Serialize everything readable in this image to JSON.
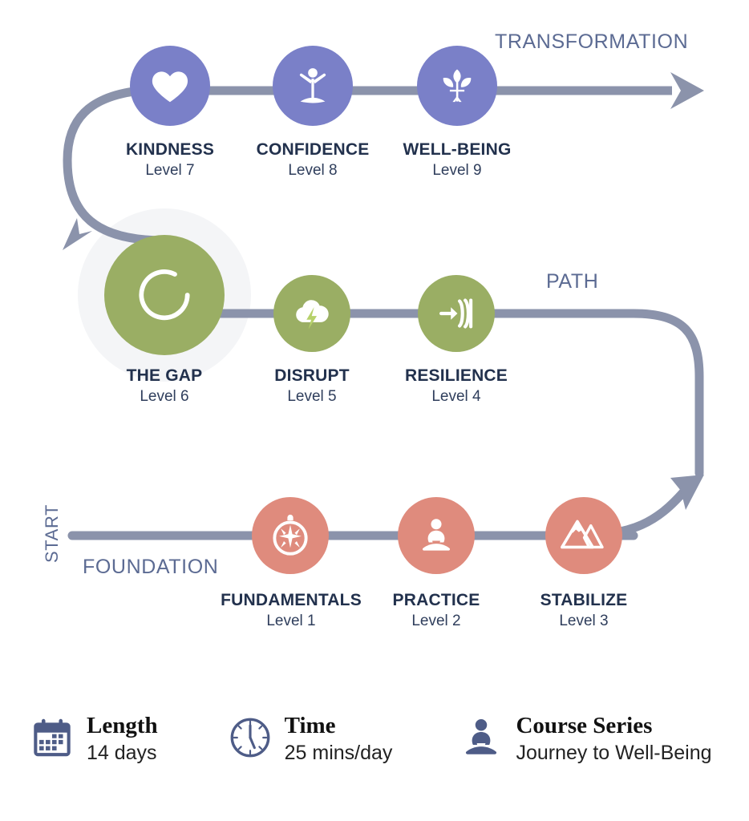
{
  "phases": [
    {
      "key": "transformation",
      "label": "TRANSFORMATION",
      "color": "#7a80c8"
    },
    {
      "key": "path",
      "label": "PATH",
      "color": "#9aae64"
    },
    {
      "key": "foundation",
      "label": "FOUNDATION",
      "color": "#df8b7d"
    },
    {
      "key": "start",
      "label": "START",
      "color": "#5c6b93"
    }
  ],
  "colors": {
    "purple": "#7a80c8",
    "green": "#9aae64",
    "green_accent": "#b6d16a",
    "salmon": "#df8b7d",
    "line": "#8b93ab",
    "title_text": "#22314d",
    "level_text": "#2f3e5c",
    "phase_text": "#5c6b93",
    "footer_icon": "#4e5c87",
    "background": "#ffffff"
  },
  "steps": [
    {
      "id": "fundamentals",
      "title": "FUNDAMENTALS",
      "level": "Level 1",
      "icon": "compass-icon",
      "color": "#df8b7d",
      "row": "foundation"
    },
    {
      "id": "practice",
      "title": "PRACTICE",
      "level": "Level 2",
      "icon": "meditation-icon",
      "color": "#df8b7d",
      "row": "foundation"
    },
    {
      "id": "stabilize",
      "title": "STABILIZE",
      "level": "Level 3",
      "icon": "mountains-icon",
      "color": "#df8b7d",
      "row": "foundation"
    },
    {
      "id": "resilience",
      "title": "RESILIENCE",
      "level": "Level 4",
      "icon": "arrow-shield-icon",
      "color": "#9aae64",
      "row": "path"
    },
    {
      "id": "disrupt",
      "title": "DISRUPT",
      "level": "Level 5",
      "icon": "storm-cloud-icon",
      "color": "#9aae64",
      "row": "path"
    },
    {
      "id": "the-gap",
      "title": "THE GAP",
      "level": "Level 6",
      "icon": "open-circle-icon",
      "color": "#9aae64",
      "row": "path"
    },
    {
      "id": "kindness",
      "title": "KINDNESS",
      "level": "Level 7",
      "icon": "heart-icon",
      "color": "#7a80c8",
      "row": "transformation"
    },
    {
      "id": "confidence",
      "title": "CONFIDENCE",
      "level": "Level 8",
      "icon": "person-arms-up-icon",
      "color": "#7a80c8",
      "row": "transformation"
    },
    {
      "id": "well-being",
      "title": "WELL-BEING",
      "level": "Level 9",
      "icon": "sprout-icon",
      "color": "#7a80c8",
      "row": "transformation"
    }
  ],
  "footer": [
    {
      "id": "length",
      "icon": "calendar-icon",
      "title": "Length",
      "value": "14 days"
    },
    {
      "id": "time",
      "icon": "clock-icon",
      "title": "Time",
      "value": "25 mins/day"
    },
    {
      "id": "course-series",
      "icon": "meditation-person-icon",
      "title": "Course Series",
      "value": "Journey to Well-Being"
    }
  ]
}
